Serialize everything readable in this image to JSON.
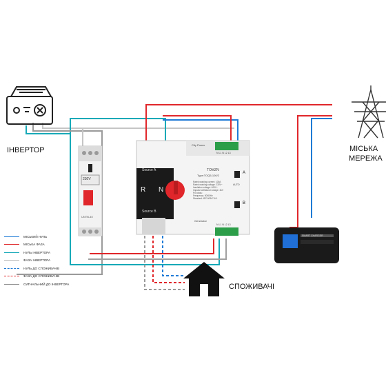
{
  "labels": {
    "inverter": "ІНВЕРТОР",
    "grid_line1": "МІСЬКА",
    "grid_line2": "МЕРЕЖА",
    "consumers": "СПОЖИВАЧІ"
  },
  "ats": {
    "source_a": "Source A",
    "source_b": "Source B",
    "r": "R",
    "n": "N",
    "brand": "TOMZN",
    "type": "Type:TOQ5-100/2",
    "city_power": "City Power",
    "generator": "Generator",
    "terminal_top": "N L1 N L2 L3",
    "terminal_bottom": "N L1 N L2 L3",
    "specs": [
      "Rated working current: 100A",
      "Rated working voltage: 230V~",
      "Insulation voltage: 400V~",
      "Impulse withstand voltage: 4kV",
      "Pol class:",
      "Frequency: 50/60Hz",
      "Standard: IEC 60947-6-1"
    ],
    "indicator_a": "A",
    "indicator_b": "B",
    "auto": "AUTO"
  },
  "relay": {
    "display": "230V",
    "model": "UNTB-40"
  },
  "battery_label": "SMART CHARGER",
  "colors": {
    "city_neutral": "#1f7bd6",
    "city_phase": "#e0262a",
    "inverter_neutral": "#17a9b8",
    "inverter_phase": "#a0a0a0",
    "grey_signal": "#9a9a9a"
  },
  "legend": [
    {
      "text": "МІСЬКИЙ НУЛЬ",
      "color": "#1f7bd6",
      "style": "solid"
    },
    {
      "text": "МІСЬКА ФАЗА",
      "color": "#e0262a",
      "style": "solid"
    },
    {
      "text": "НУЛЬ ІНВЕРТОРА",
      "color": "#17a9b8",
      "style": "solid"
    },
    {
      "text": "ФАЗА ІНВЕРТОРА",
      "color": "#b7b7b7",
      "style": "solid"
    },
    {
      "text": "НУЛЬ ДО СПОЖИВАЧІВ",
      "color": "#1f7bd6",
      "style": "dashed"
    },
    {
      "text": "ФАЗА ДО СПОЖИВАЧІВ",
      "color": "#e0262a",
      "style": "dashed"
    },
    {
      "text": "СИГНАЛЬНИЙ ДО ІНВЕРТОРА",
      "color": "#8a8a8a",
      "style": "solid"
    }
  ]
}
